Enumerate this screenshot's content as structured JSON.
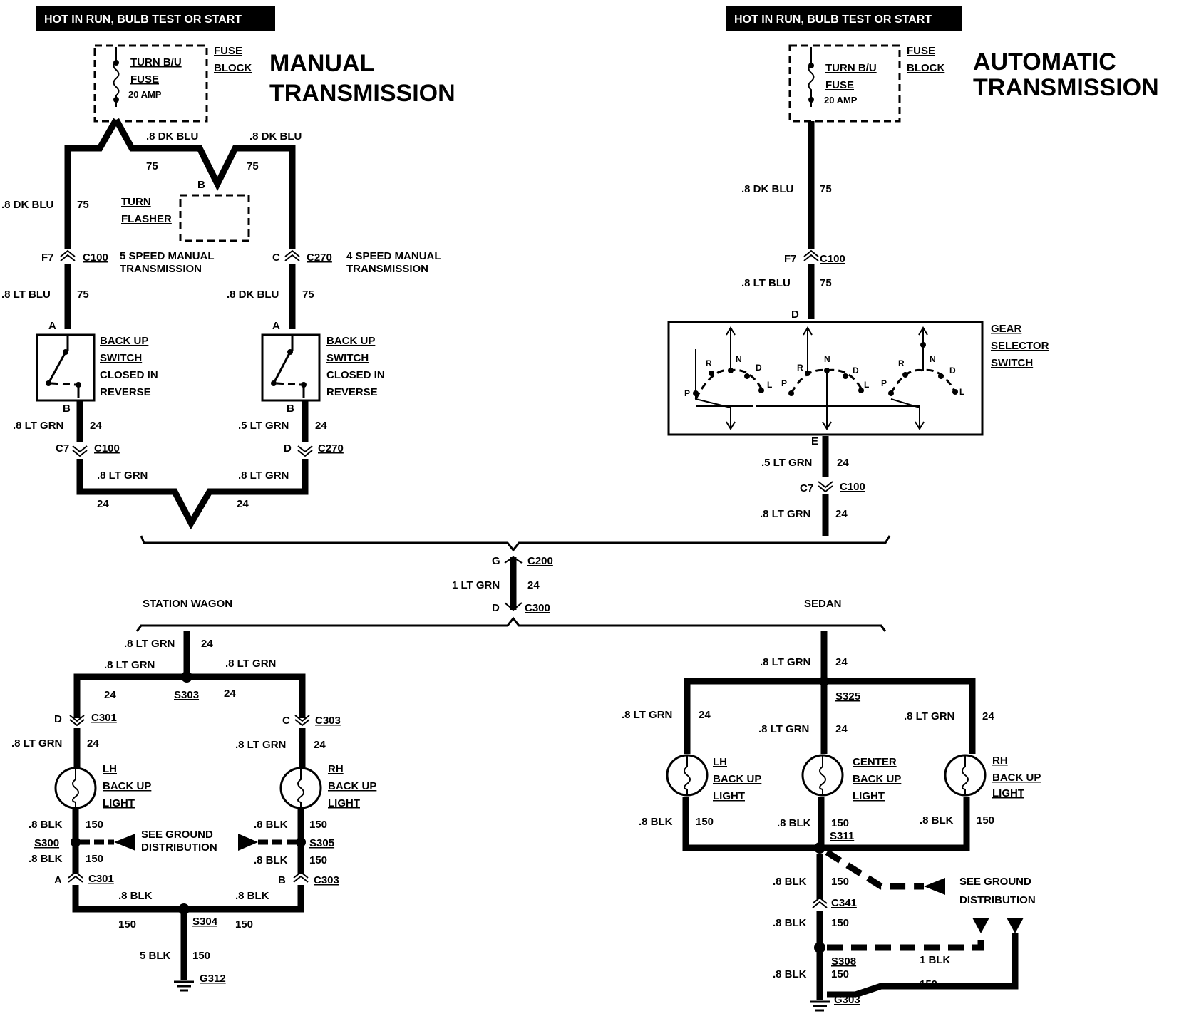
{
  "header": {
    "left": "HOT IN RUN,   BULB TEST OR START",
    "right": "HOT IN RUN,   BULB TEST OR START"
  },
  "manual": {
    "title_line1": "MANUAL",
    "title_line2": "TRANSMISSION",
    "fuse_line1": "TURN B/U",
    "fuse_line2": "FUSE",
    "fuse_rating": "20 AMP",
    "fuse_block_line1": "FUSE",
    "fuse_block_line2": "BLOCK",
    "top_wire_left": ".8 DK BLU",
    "top_wire_right": ".8 DK BLU",
    "circuit_75": "75",
    "flasher_pin": "B",
    "flasher_line1": "TURN",
    "flasher_line2": "FLASHER",
    "left_wire_top": ".8 DK BLU",
    "left_conn_pin": "F7",
    "left_conn": "C100",
    "left_conn_desc1": "5 SPEED MANUAL",
    "left_conn_desc2": "TRANSMISSION",
    "left_wire_mid": ".8 LT BLU",
    "right_conn_pin": "C",
    "right_conn": "C270",
    "right_conn_desc1": "4 SPEED MANUAL",
    "right_conn_desc2": "TRANSMISSION",
    "right_wire_mid": ".8 DK BLU",
    "switch_pin_a": "A",
    "switch_pin_b": "B",
    "switch_line1": "BACK UP",
    "switch_line2": "SWITCH",
    "switch_line3": "CLOSED IN",
    "switch_line4": "REVERSE",
    "left_wire_low": ".8 LT GRN",
    "right_wire_low": ".5 LT GRN",
    "circuit_24": "24",
    "left_conn2_pin": "C7",
    "left_conn2": "C100",
    "right_conn2_pin": "D",
    "right_conn2": "C270",
    "bottom_left_wire": ".8 LT GRN",
    "bottom_right_wire": ".8 LT GRN"
  },
  "automatic": {
    "title_line1": "AUTOMATIC",
    "title_line2": "TRANSMISSION",
    "fuse_line1": "TURN B/U",
    "fuse_line2": "FUSE",
    "fuse_rating": "20 AMP",
    "fuse_block_line1": "FUSE",
    "fuse_block_line2": "BLOCK",
    "wire_top": ".8 DK BLU",
    "circuit_75": "75",
    "conn_pin": "F7",
    "conn": "C100",
    "wire_mid": ".8 LT BLU",
    "gear_pin_in": "D",
    "gear_pin_out": "E",
    "gear_line1": "GEAR",
    "gear_line2": "SELECTOR",
    "gear_line3": "SWITCH",
    "positions": [
      "P",
      "R",
      "N",
      "D",
      "L"
    ],
    "wire_low": ".5 LT GRN",
    "circuit_24": "24",
    "conn2_pin": "C7",
    "conn2": "C100",
    "wire_bottom": ".8 LT GRN"
  },
  "center": {
    "pin_top": "G",
    "conn_top": "C200",
    "wire": "1 LT GRN",
    "circuit": "24",
    "pin_bottom": "D",
    "conn_bottom": "C300"
  },
  "wagon": {
    "label": "STATION WAGON",
    "wire_in": ".8 LT GRN",
    "circuit_24": "24",
    "wire_left": ".8 LT GRN",
    "wire_right": ".8 LT GRN",
    "splice_top": "S303",
    "left_conn_pin": "D",
    "left_conn": "C301",
    "right_conn_pin": "C",
    "right_conn": "C303",
    "left_wire2": ".8 LT GRN",
    "right_wire2": ".8 LT GRN",
    "lh_line1": "LH",
    "lh_line2": "BACK UP",
    "lh_line3": "LIGHT",
    "rh_line1": "RH",
    "rh_line2": "BACK UP",
    "rh_line3": "LIGHT",
    "blk": ".8 BLK",
    "circuit_150": "150",
    "splice_left": "S300",
    "splice_right": "S305",
    "ground_note1": "SEE GROUND",
    "ground_note2": "DISTRIBUTION",
    "left_conn2_pin": "A",
    "left_conn2": "C301",
    "right_conn2_pin": "B",
    "right_conn2": "C303",
    "splice_bottom": "S304",
    "wire_ground": "5 BLK",
    "ground": "G312"
  },
  "sedan": {
    "label": "SEDAN",
    "wire_in": ".8 LT GRN",
    "circuit_24": "24",
    "splice_top": "S325",
    "lh_line1": "LH",
    "lh_line2": "BACK UP",
    "lh_line3": "LIGHT",
    "center_line1": "CENTER",
    "center_line2": "BACK UP",
    "center_line3": "LIGHT",
    "rh_line1": "RH",
    "rh_line2": "BACK UP",
    "rh_line3": "LIGHT",
    "blk": ".8 BLK",
    "circuit_150": "150",
    "splice_mid": "S311",
    "ground_note1": "SEE GROUND",
    "ground_note2": "DISTRIBUTION",
    "conn": "C341",
    "splice_low": "S308",
    "wire_1blk": "1 BLK",
    "ground": "G303"
  }
}
